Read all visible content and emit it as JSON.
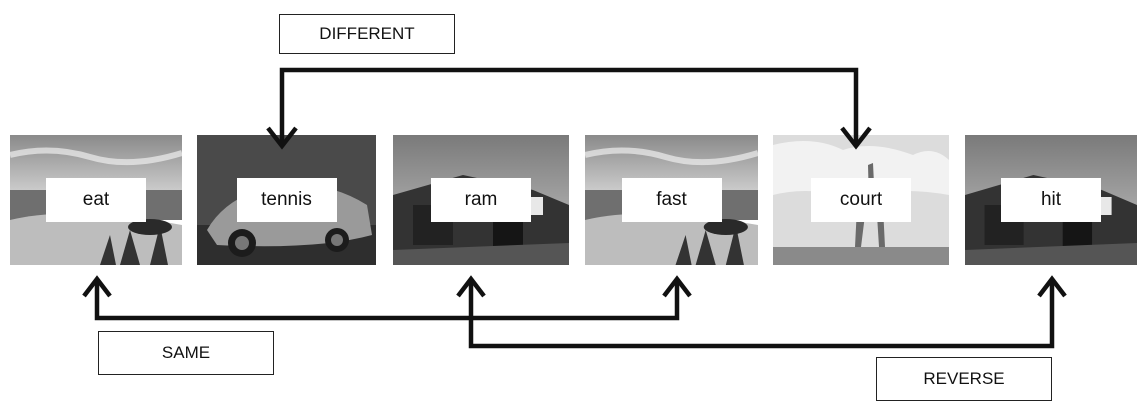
{
  "labels": {
    "different": "DIFFERENT",
    "same": "SAME",
    "reverse": "REVERSE"
  },
  "tiles": [
    {
      "word": "eat",
      "scene": "beach"
    },
    {
      "word": "tennis",
      "scene": "car"
    },
    {
      "word": "ram",
      "scene": "house"
    },
    {
      "word": "fast",
      "scene": "beach"
    },
    {
      "word": "court",
      "scene": "giraffe"
    },
    {
      "word": "hit",
      "scene": "house"
    }
  ],
  "relations": [
    {
      "label": "DIFFERENT",
      "from": "tennis",
      "to": "court"
    },
    {
      "label": "SAME",
      "from": "eat",
      "to": "fast"
    },
    {
      "label": "REVERSE",
      "from": "ram",
      "to": "hit"
    }
  ]
}
